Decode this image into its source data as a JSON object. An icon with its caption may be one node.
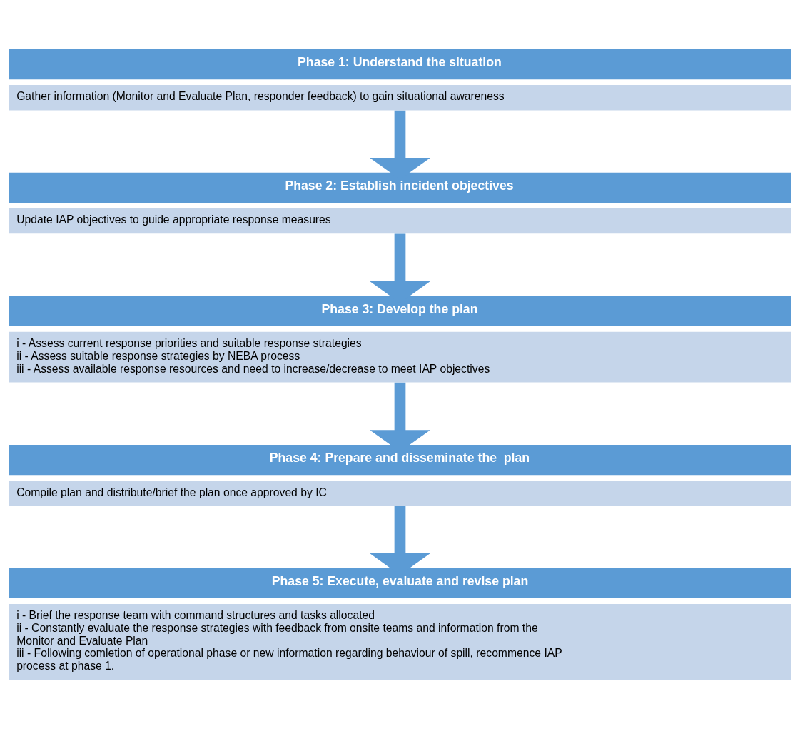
{
  "diagram": {
    "nodes": [
      {
        "text": [
          "Phase 1: Understand the situation"
        ]
      },
      {
        "text": [
          "Gather information (Monitor and Evaluate Plan, responder feedback) to gain situational awareness"
        ]
      },
      {
        "text": [
          "Phase 2: Establish incident objectives"
        ]
      },
      {
        "text": [
          "Update IAP objectives to guide appropriate response measures"
        ]
      },
      {
        "text": [
          "Phase 3: Develop the plan"
        ]
      },
      {
        "text": [
          "i - Assess current response priorities and suitable response strategies",
          "ii - Assess suitable response strategies by NEBA process",
          "iii - Assess available response resources and need to increase/decrease to meet IAP objectives"
        ]
      },
      {
        "text": [
          "Phase 4: Prepare and disseminate the  plan"
        ]
      },
      {
        "text": [
          "Compile plan and distribute/brief the plan once approved by IC"
        ]
      },
      {
        "text": [
          "Phase 5: Execute, evaluate and revise plan"
        ]
      },
      {
        "text": [
          "i - Brief the response team with command structures and tasks allocated",
          "ii - Constantly evaluate the response strategies with feedback from onsite teams and information from the Monitor and Evaluate Plan",
          "iii - Following comletion of operational phase or new information regarding behaviour of spill, recommence IAP process at phase 1."
        ]
      }
    ],
    "edges": [
      {
        "from": 1,
        "to": 2,
        "arrow": "to"
      },
      {
        "from": 3,
        "to": 4,
        "arrow": "to"
      },
      {
        "from": 5,
        "to": 6,
        "arrow": "to"
      },
      {
        "from": 7,
        "to": 8,
        "arrow": "to"
      }
    ]
  }
}
